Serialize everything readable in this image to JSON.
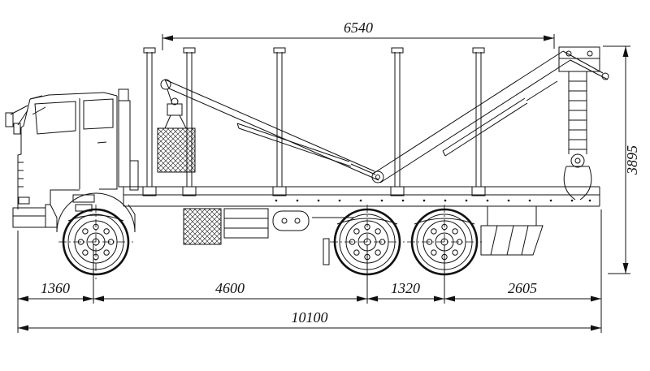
{
  "diagram": {
    "type": "technical-drawing",
    "subject": "timber-logging-truck-with-crane-side-view",
    "dimensions": {
      "bunk_to_crane_length": "6540",
      "overall_height": "3895",
      "front_overhang": "1360",
      "wheelbase": "4600",
      "rear_bogie_spacing": "1320",
      "rear_overhang": "2605",
      "overall_length": "10100"
    },
    "colors": {
      "line": "#111111",
      "background": "#ffffff"
    }
  }
}
